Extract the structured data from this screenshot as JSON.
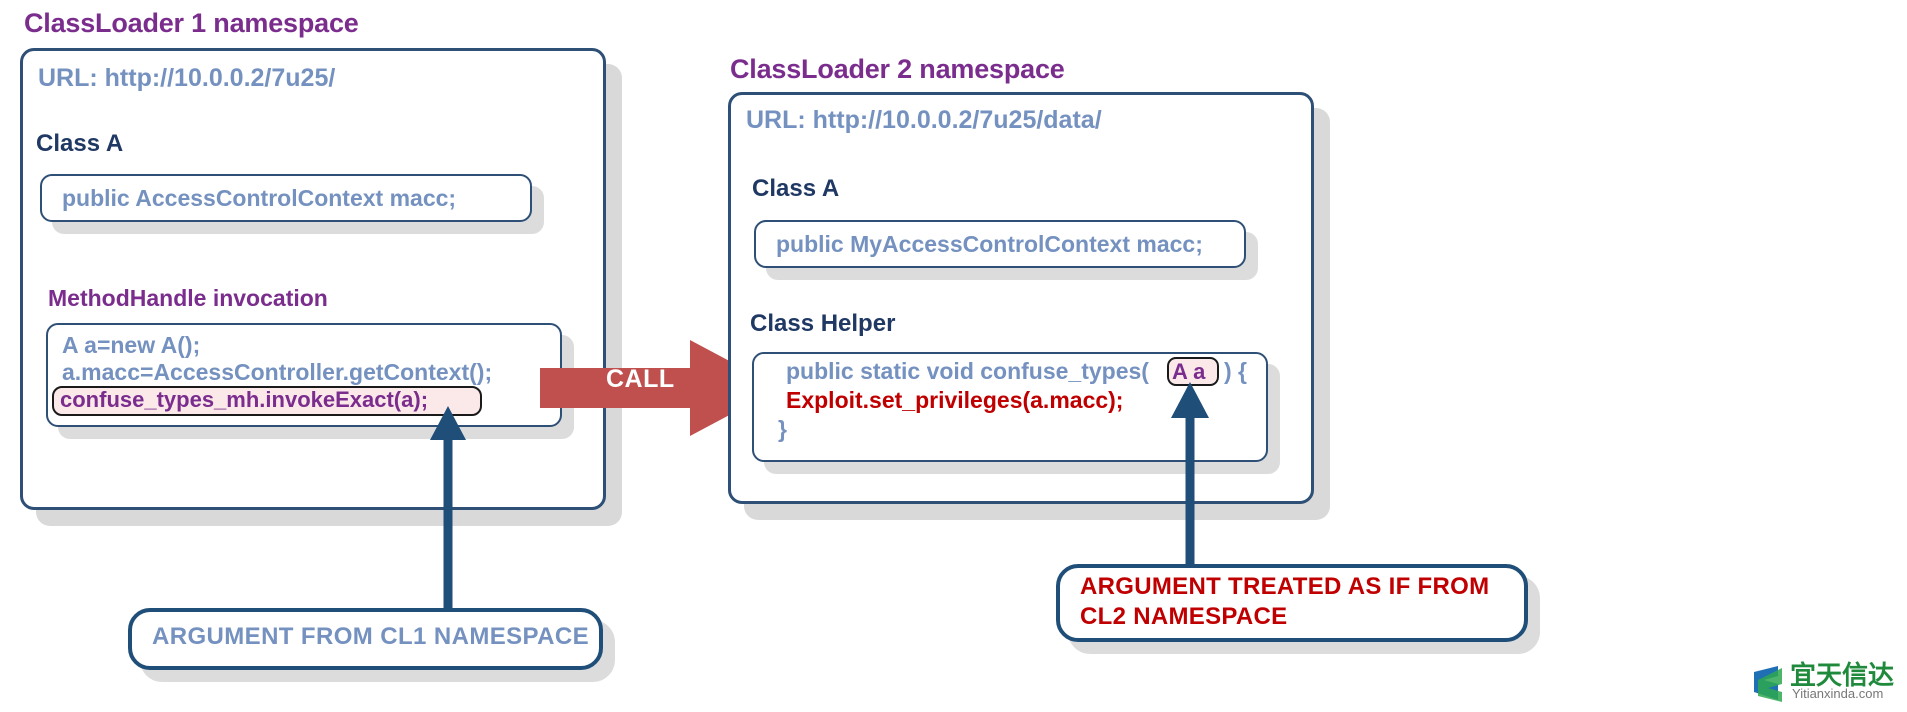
{
  "diagram": {
    "title_cl1": "ClassLoader 1 namespace",
    "title_cl2": "ClassLoader 2 namespace"
  },
  "classloader1": {
    "url": "URL: http://10.0.0.2/7u25/",
    "class_a_label": "Class A",
    "class_a_code": "public AccessControlContext macc;",
    "methodhandle_label": "MethodHandle invocation",
    "code_line_1": "A a=new A();",
    "code_line_2": "a.macc=AccessController.getContext();",
    "code_line_3_highlighted": "confuse_types_mh.invokeExact(a);"
  },
  "classloader2": {
    "url": "URL: http://10.0.0.2/7u25/data/",
    "class_a_label": "Class A",
    "class_a_code": "public MyAccessControlContext macc;",
    "helper_label": "Class Helper",
    "code_line_1_head": "public static void confuse_types(",
    "code_line_1_param_highlighted": "A a",
    "code_line_1_tail": ") {",
    "code_line_2": "Exploit.set_privileges(a.macc);",
    "code_line_3": "}"
  },
  "arrow": {
    "call_label": "CALL"
  },
  "callouts": {
    "left": "ARGUMENT FROM CL1 NAMESPACE",
    "right": "ARGUMENT TREATED AS IF FROM CL2 NAMESPACE"
  },
  "watermark": {
    "chinese": "宜天信达",
    "english": "Yitianxinda.com"
  },
  "colors": {
    "namespace_title": "#7B2D8E",
    "panel_border": "#2E4F76",
    "code_text": "#7491C0",
    "class_label": "#1F3864",
    "exploit_red": "#C00000",
    "arrow_red": "#C0504D",
    "highlight_bg": "#FBE9EA",
    "callout_border": "#1F4E79",
    "shadow": "#dcdcdc"
  }
}
